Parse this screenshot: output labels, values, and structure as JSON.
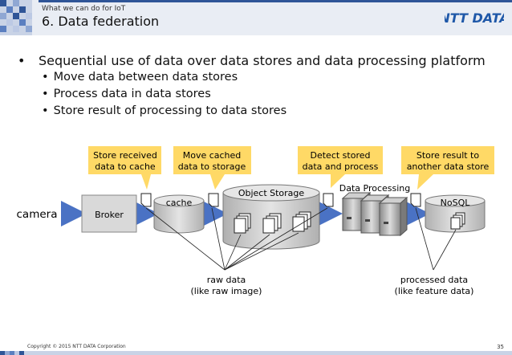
{
  "header": {
    "subtitle": "What we can do for IoT",
    "title": "6. Data federation",
    "logo_text": "NTT DATA"
  },
  "bullets": {
    "main": "Sequential use of data over data stores and data processing platform",
    "sub": [
      "Move data between data stores",
      "Process data in data stores",
      "Store result of processing to data stores"
    ]
  },
  "diagram": {
    "callouts": [
      {
        "line1": "Store received",
        "line2": "data to cache"
      },
      {
        "line1": "Move cached",
        "line2": "data to storage"
      },
      {
        "line1": "Detect stored",
        "line2": "data and process"
      },
      {
        "line1": "Store result to",
        "line2": "another data store"
      }
    ],
    "camera": "camera",
    "broker": "Broker",
    "cache": "cache",
    "object_storage": "Object Storage",
    "data_processing": "Data Processing",
    "nosql": "NoSQL",
    "raw_data": {
      "line1": "raw data",
      "line2": "(like raw image)"
    },
    "processed_data": {
      "line1": "processed data",
      "line2": "(like feature data)"
    }
  },
  "footer": {
    "copyright": "Copyright © 2015 NTT DATA Corporation",
    "page": "35"
  },
  "colors": {
    "header_bg": "#e9edf4",
    "brand_blue": "#2f5597",
    "callout_yellow": "#ffd966",
    "arrow_blue": "#4a72c4",
    "box_gray": "#d9d9d9"
  }
}
